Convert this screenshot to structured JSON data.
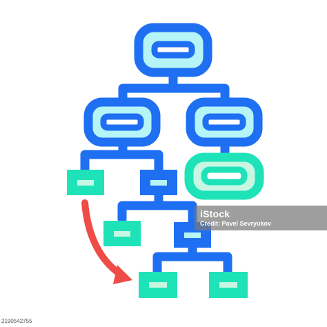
{
  "watermark": {
    "brand": "iStock",
    "credit": "Credit: Pavel Sevryukov"
  },
  "stock_id": "2190542755",
  "colors": {
    "outline_blue": "#1f6ff2",
    "light_cyan_fill": "#b5f4f7",
    "green_fill": "#1fe3b8",
    "pale_green_fill": "#c7f7e3",
    "arrow_red": "#ef4b47"
  },
  "icon": "hierarchy-flowchart-with-curved-red-arrow"
}
